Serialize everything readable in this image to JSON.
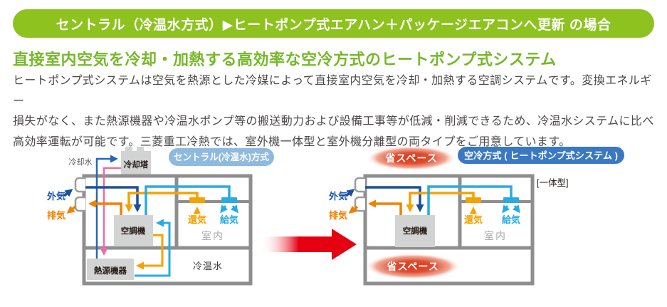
{
  "header": {
    "label": "セントラル（冷温水方式）▶ヒートポンプ式エアハン＋パッケージエアコンへ更新 の場合",
    "bg_color": "#8DC21F",
    "text_color": "#FFFFFF"
  },
  "intro": {
    "title": "直接室内空気を冷却・加熱する高効率な空冷方式のヒートポンプ式システム",
    "title_color": "#76B82A",
    "body_lines": [
      "ヒートポンプ式システムは空気を熱源とした冷媒によって直接室内空気を冷却・加熱する空調システムです。変換エネルギー",
      "損失がなく、また熱源機器や冷温水ポンプ等の搬送動力および設備工事等が低減・削減できるため、冷温水システムに比べ",
      "高効率運転が可能です。三菱重工冷熱では、室外機一体型と室外機分離型の両タイプをご用意しています。"
    ],
    "body_color": "#4C4948"
  },
  "diagram_left": {
    "badge": "セントラル(冷温水)方式",
    "badge_color": "#8FBADF",
    "cooling_water": "冷却水",
    "cooling_tower": "冷却塔",
    "outside_air": "外気",
    "exhaust_air": "排気",
    "ahu": "空調機",
    "heat_source": "熱源機器",
    "return_air": "還気",
    "supply_air": "給気",
    "indoor": "室内",
    "chilled_hot_water": "冷温水"
  },
  "diagram_right": {
    "badge": "空冷方式 ( ヒートポンプ式システム )",
    "badge_color": "#3A78C2",
    "type_label": "[一体型]",
    "space_saving_top": "省スペース",
    "space_saving_bottom": "省スペース",
    "outside_air": "外気",
    "exhaust_air": "排気",
    "ahu": "空調機",
    "return_air": "還気",
    "supply_air": "給気",
    "indoor": "室内"
  },
  "colors": {
    "wall_gray": "#8E8E8F",
    "box_gray": "#D2D3D3",
    "dark_blue": "#1A4F9F",
    "medium_blue": "#2368B5",
    "light_blue": "#29ABE2",
    "orange": "#EF8200",
    "amber": "#F5A200",
    "pink": "#EC6DA5",
    "red": "#E50012",
    "indoor_text_gray": "#ABABAC"
  }
}
